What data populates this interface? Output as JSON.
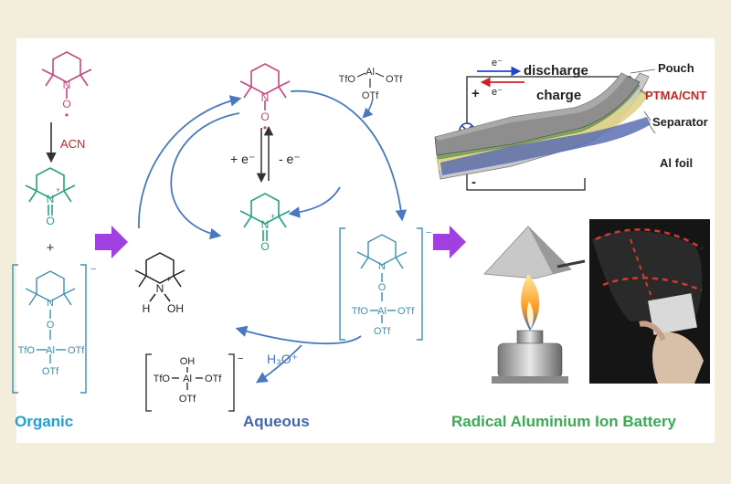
{
  "colors": {
    "background": "#f3eedb",
    "panel": "#ffffff",
    "organic": "#1fa0d8",
    "aqueous": "#4466b0",
    "battery": "#3aaa55",
    "radical": "#c4487c",
    "oxoammonium": "#2aa080",
    "complex": "#3f8fb0",
    "arrow": "#4a78c0",
    "big_arrow": "#a040e0",
    "red_label": "#cc2222"
  },
  "sections": {
    "organic": "Organic",
    "aqueous": "Aqueous",
    "battery": "Radical Aluminium Ion Battery"
  },
  "left": {
    "solvent": "ACN",
    "plus": "+"
  },
  "mol": {
    "N": "N",
    "O": "O",
    "Nplus": "+",
    "dot": "•",
    "H": "H",
    "OH": "OH",
    "charge_minus": "−"
  },
  "al": {
    "Al": "Al",
    "TfO": "TfO",
    "OTf": "OTf",
    "OH": "OH"
  },
  "cycle": {
    "reduction": "+ e⁻",
    "oxidation": "- e⁻",
    "hydronium": "H₃O⁺"
  },
  "battery": {
    "e_top": "e⁻",
    "discharge": "discharge",
    "plus": "+",
    "e_bottom": "e⁻",
    "charge": "charge",
    "minus": "-",
    "layers": [
      "Pouch",
      "PTMA/CNT",
      "Separator",
      "Al foil"
    ]
  }
}
